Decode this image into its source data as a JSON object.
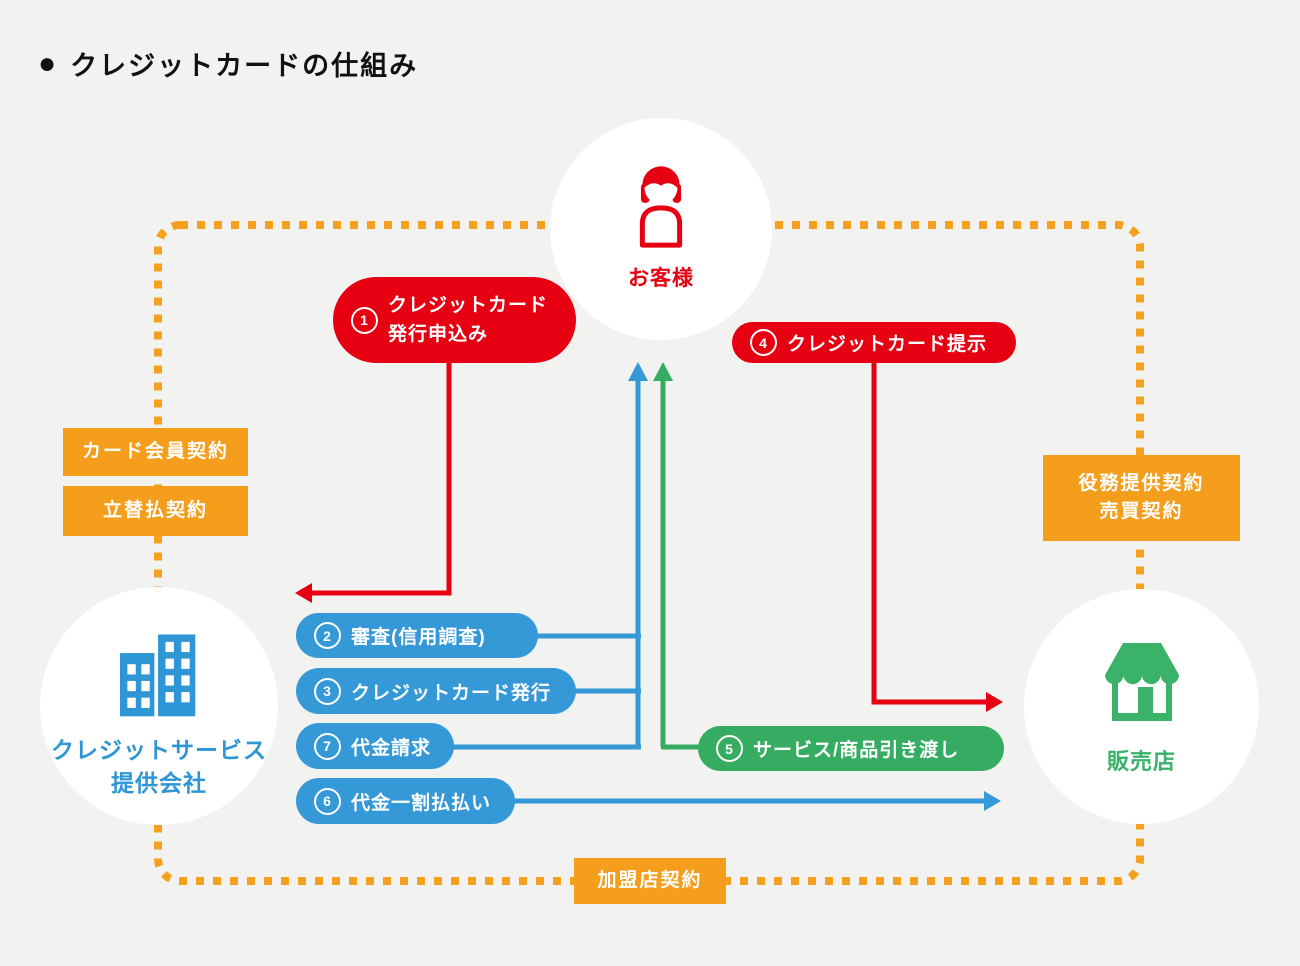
{
  "title": {
    "bullet": "●",
    "text": "クレジットカードの仕組み"
  },
  "colors": {
    "red": "#e60012",
    "blue": "#3599d8",
    "green": "#35ac62",
    "orange": "#f49e1b",
    "background": "#f2f2f1"
  },
  "actors": {
    "customer": {
      "label": "お客様",
      "icon": "person-icon"
    },
    "provider": {
      "line1": "クレジットサービス",
      "line2": "提供会社",
      "icon": "buildings-icon"
    },
    "store": {
      "label": "販売店",
      "icon": "storefront-icon"
    }
  },
  "contracts": {
    "card_member": "カード会員契約",
    "advance_pay": "立替払契約",
    "service_line1": "役務提供契約",
    "service_line2": "売買契約",
    "merchant": "加盟店契約"
  },
  "steps": {
    "s1": {
      "num": "1",
      "line1": "クレジットカード",
      "line2": "発行申込み"
    },
    "s2": {
      "num": "2",
      "label": "審査(信用調査)"
    },
    "s3": {
      "num": "3",
      "label": "クレジットカード発行"
    },
    "s4": {
      "num": "4",
      "label": "クレジットカード提示"
    },
    "s5": {
      "num": "5",
      "label": "サービス/商品引き渡し"
    },
    "s6": {
      "num": "6",
      "label": "代金一割払払い"
    },
    "s7": {
      "num": "7",
      "label": "代金請求"
    }
  }
}
